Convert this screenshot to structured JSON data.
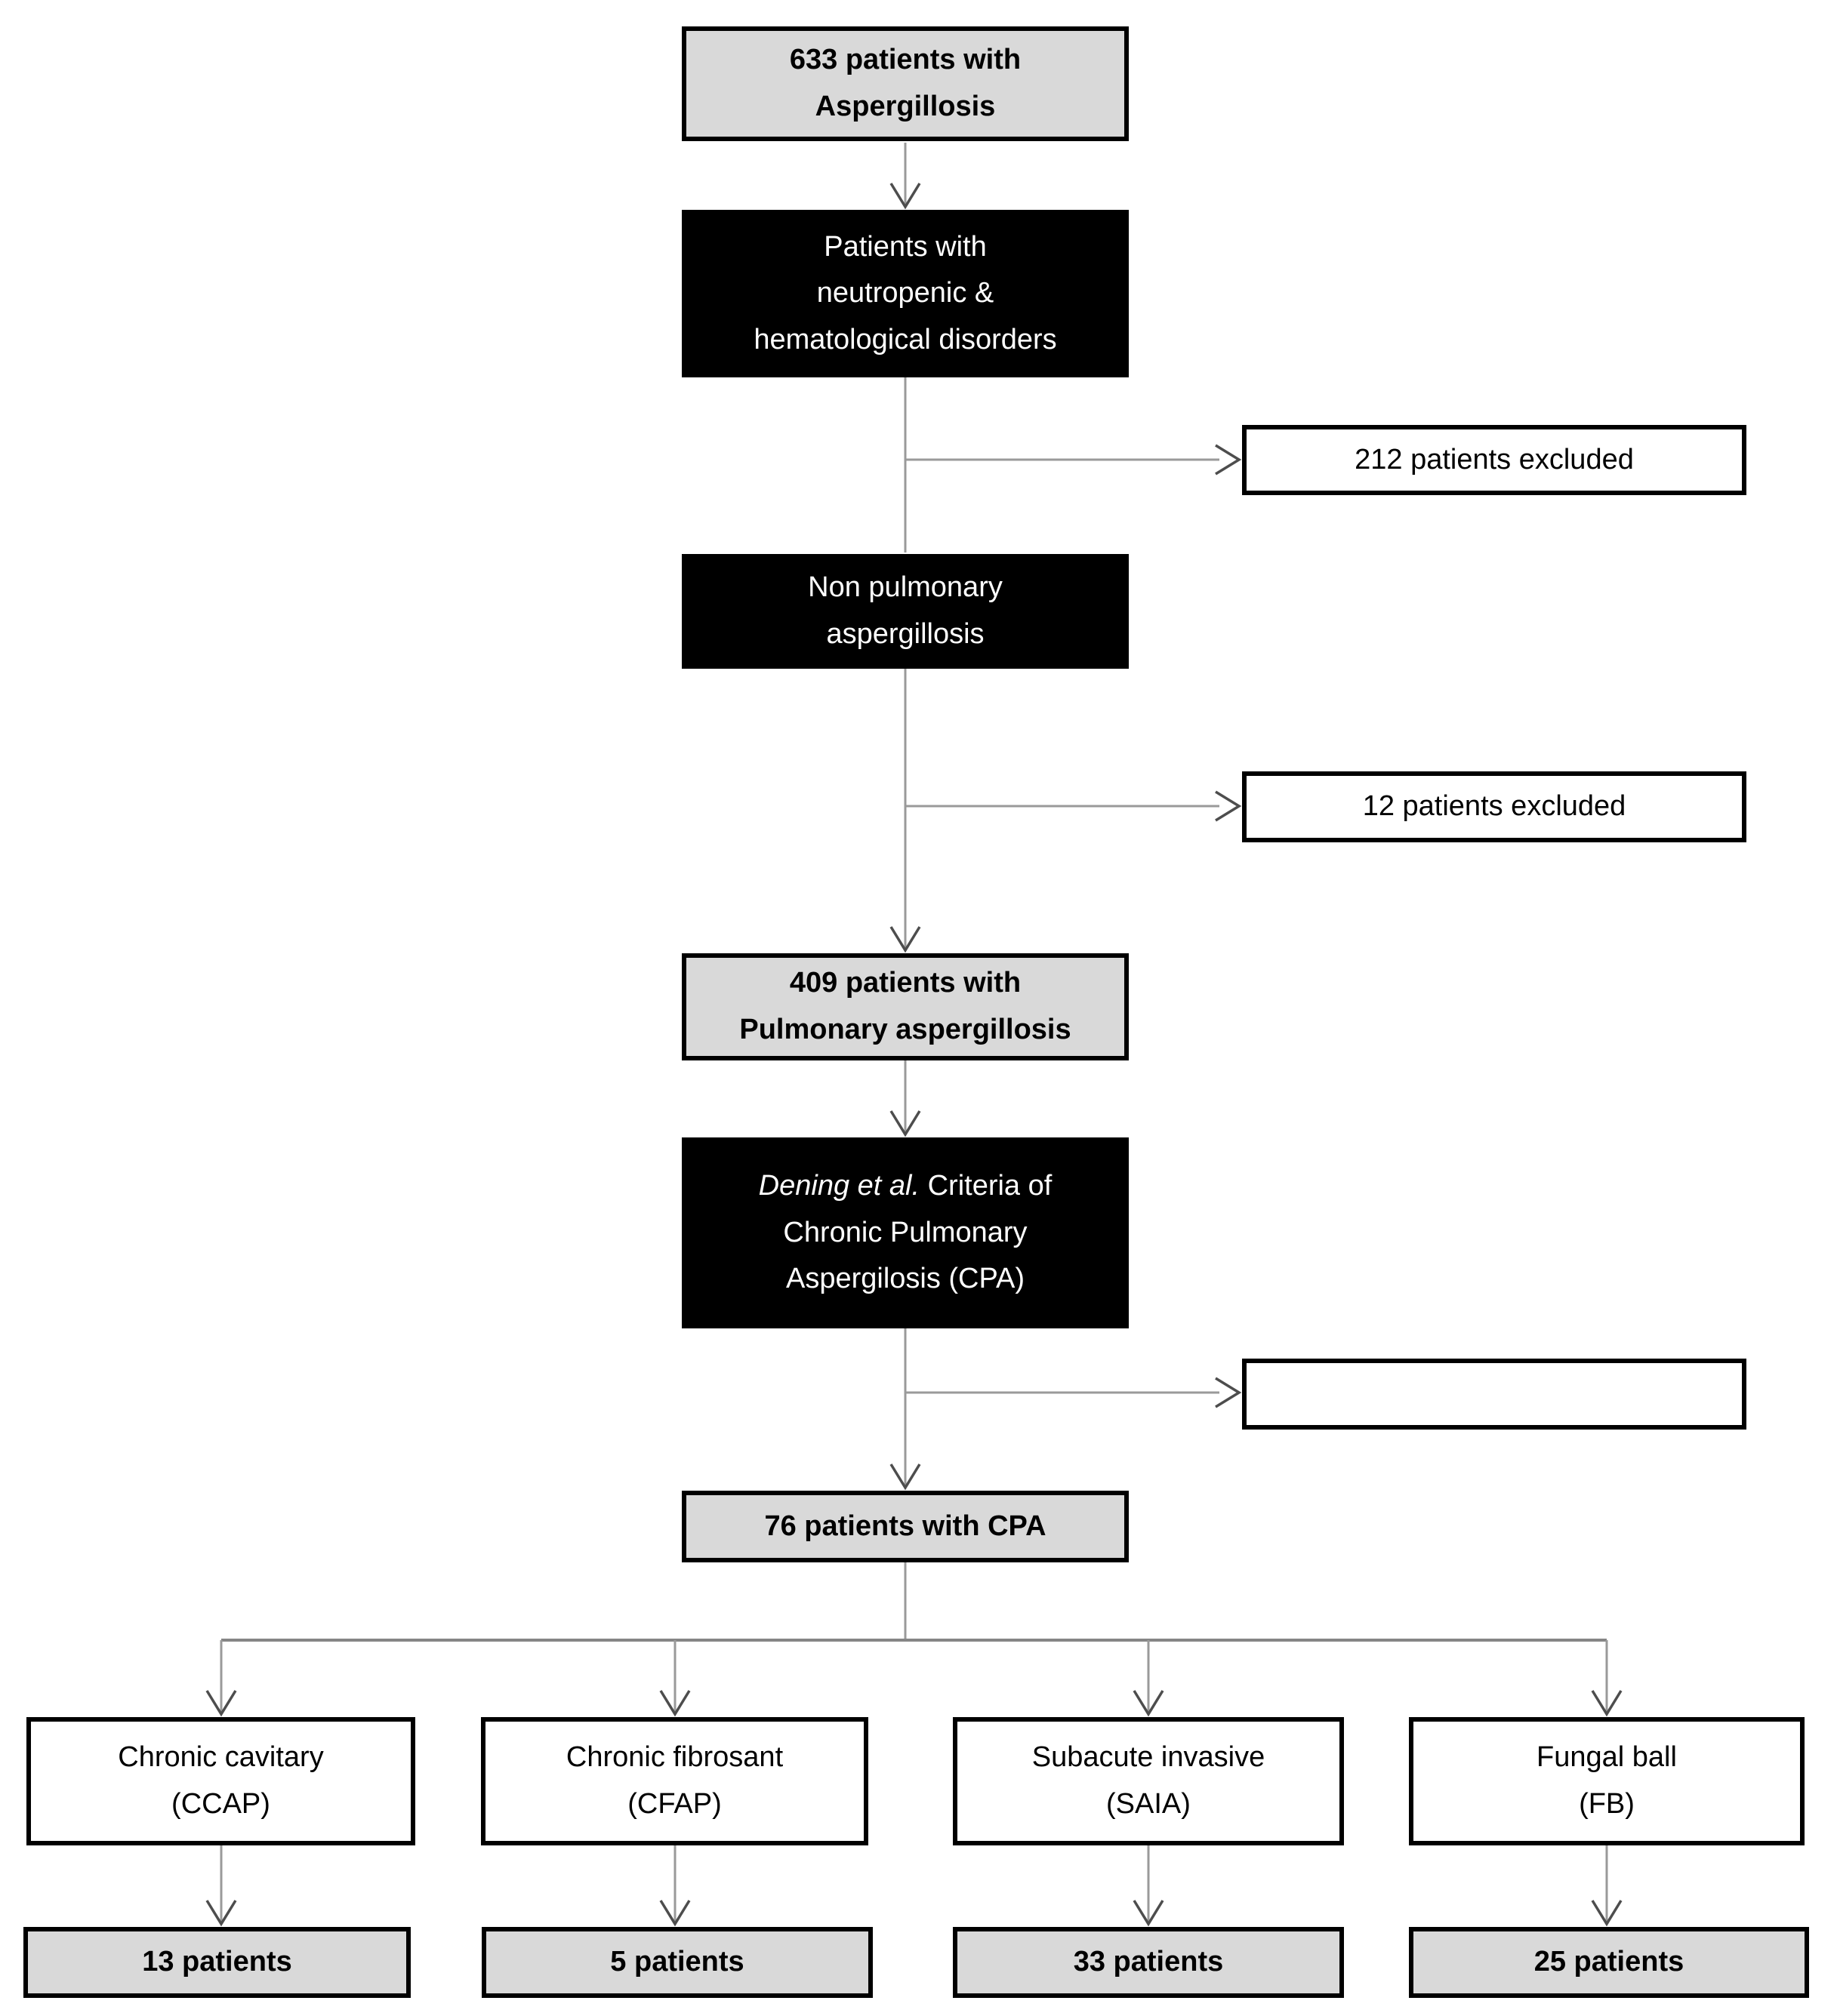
{
  "diagram": {
    "top_box": {
      "text": "633 patients with\nAspergillosis"
    },
    "neutropenic_box": {
      "text": "Patients with\nneutropenic &\nhematological disorders"
    },
    "excluded_212": {
      "text": "212 patients excluded"
    },
    "non_pulmonary_box": {
      "text": "Non pulmonary\naspergillosis"
    },
    "excluded_12": {
      "text": "12 patients excluded"
    },
    "pulmonary_409_box": {
      "text": "409 patients with\nPulmonary aspergillosis"
    },
    "dening_box": {
      "italic": "Dening et al.",
      "rest": " Criteria of\nChronic Pulmonary\nAspergilosis (CPA)"
    },
    "cpa_76_box": {
      "text": "76 patients with CPA"
    },
    "branches": [
      {
        "label": "Chronic cavitary\n(CCAP)",
        "count": "13 patients"
      },
      {
        "label": "Chronic fibrosant\n(CFAP)",
        "count": "5 patients"
      },
      {
        "label": "Subacute invasive\n(SAIA)",
        "count": "33 patients"
      },
      {
        "label": "Fungal ball\n(FB)",
        "count": "25 patients"
      }
    ],
    "colors": {
      "box_gray_fill": "#d9d9d9",
      "box_black_fill": "#000000",
      "box_white_fill": "#ffffff",
      "border_black": "#000000",
      "line_gray": "#9a9a9a",
      "arrowhead_gray": "#4d4d4d"
    }
  }
}
